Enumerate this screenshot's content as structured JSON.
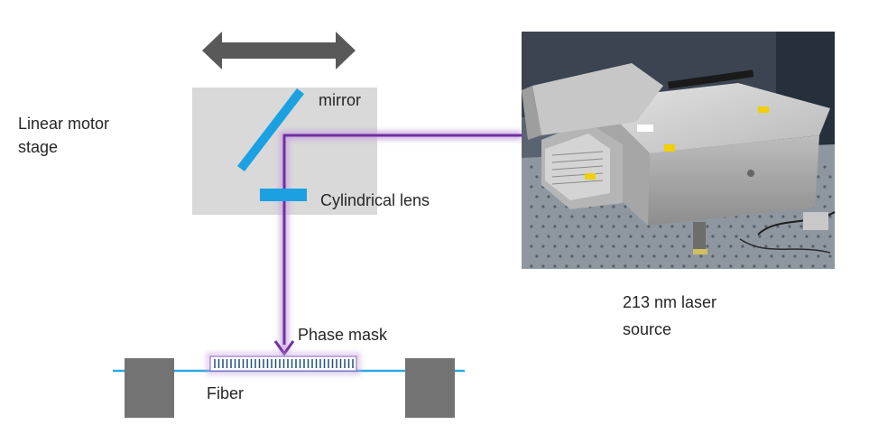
{
  "labels": {
    "stage": "Linear motor\nstage",
    "mirror": "mirror",
    "lens": "Cylindrical lens",
    "phase_mask": "Phase mask",
    "fiber": "Fiber",
    "laser": "213 nm laser\nsource"
  },
  "photo": {
    "description_icon": "laser-source-photo"
  },
  "colors": {
    "beam": "#7030a0",
    "beam_glow": "#c9a6e0",
    "arrow": "#595959",
    "stage": "#d9d9d9",
    "optic": "#1ba1e2",
    "fiber": "#2ea8de",
    "clamp": "#737373"
  }
}
